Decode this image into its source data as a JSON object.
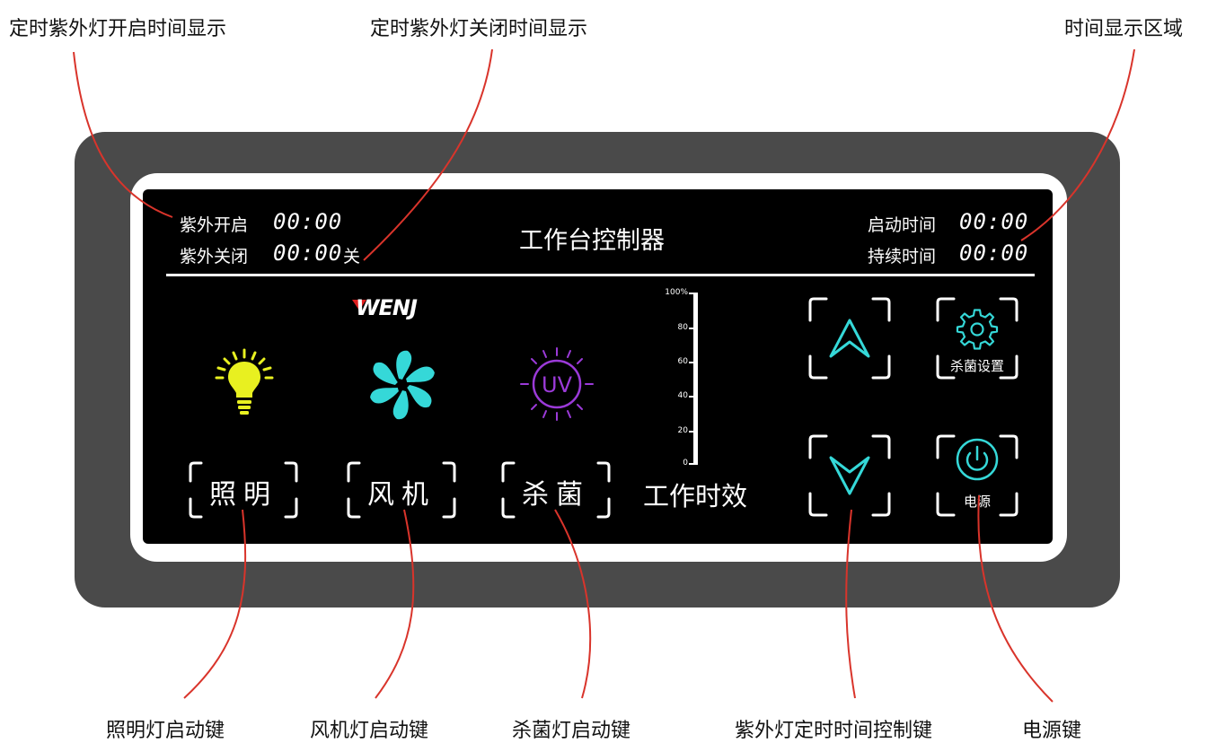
{
  "callouts": {
    "uv_on_time": "定时紫外灯开启时间显示",
    "uv_off_time": "定时紫外灯关闭时间显示",
    "time_area": "时间显示区域",
    "light_key": "照明灯启动键",
    "fan_key": "风机灯启动键",
    "sterilize_key": "杀菌灯启动键",
    "uv_timer_key": "紫外灯定时时间控制键",
    "power_key": "电源键"
  },
  "screen": {
    "uv_on_label": "紫外开启",
    "uv_on_time": "00:00",
    "uv_off_label": "紫外关闭",
    "uv_off_time": "00:00",
    "uv_off_state": "关",
    "title": "工作台控制器",
    "start_label": "启动时间",
    "start_time": "00:00",
    "duration_label": "持续时间",
    "duration_time": "00:00",
    "brand": "WENJ",
    "uv_icon_text": "UV",
    "buttons": {
      "light": "照明",
      "fan": "风机",
      "sterilize": "杀菌",
      "sterilize_setting": "杀菌设置",
      "power": "电源"
    },
    "efficiency_label": "工作时效",
    "scale_ticks": [
      "100%",
      "80",
      "60",
      "40",
      "20",
      "0"
    ]
  },
  "colors": {
    "callout_line": "#d9342b",
    "light_icon": "#e8f020",
    "fan_icon": "#35d8d8",
    "uv_icon": "#9b3ad8",
    "arrow_icon": "#35d8d8",
    "brand_red": "#e02020"
  }
}
